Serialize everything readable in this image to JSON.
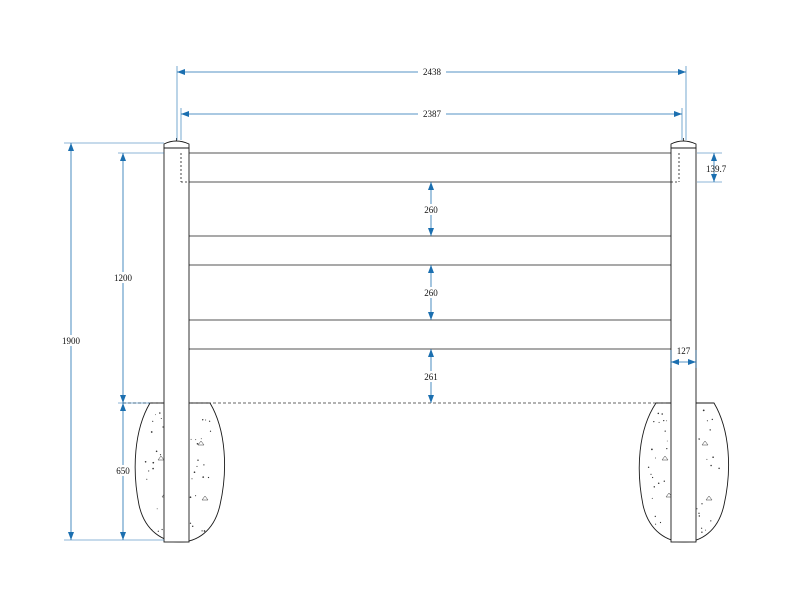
{
  "dimensions": {
    "overall_width": "2438",
    "inner_width": "2387",
    "rail_height": "139.7",
    "gap_top": "260",
    "gap_middle": "260",
    "gap_bottom": "261",
    "post_width": "127",
    "above_ground": "1200",
    "total_height": "1900",
    "footing_depth": "650"
  },
  "colors": {
    "dimension_lines": "#1b6fb0",
    "outline": "#1a1a1a"
  }
}
